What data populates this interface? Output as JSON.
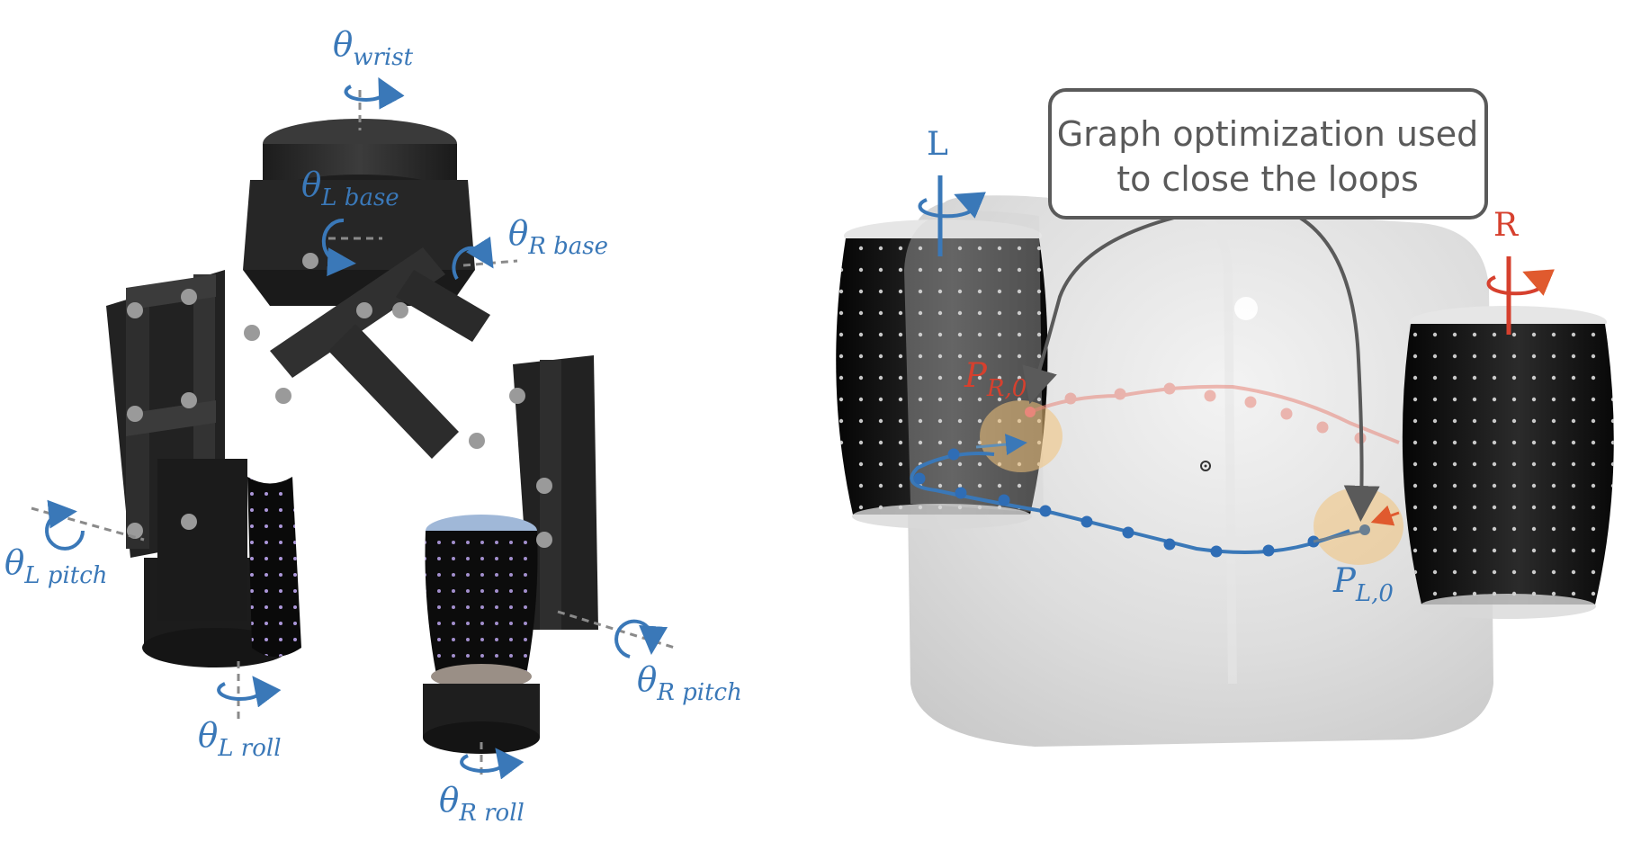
{
  "left_panel": {
    "labels": {
      "wrist": {
        "sym": "θ",
        "sub": "wrist"
      },
      "l_base": {
        "sym": "θ",
        "sub": "L base"
      },
      "r_base": {
        "sym": "θ",
        "sub": "R base"
      },
      "l_pitch": {
        "sym": "θ",
        "sub": "L pitch"
      },
      "r_pitch": {
        "sym": "θ",
        "sub": "R pitch"
      },
      "l_roll": {
        "sym": "θ",
        "sub": "L roll"
      },
      "r_roll": {
        "sym": "θ",
        "sub": "R roll"
      }
    }
  },
  "right_panel": {
    "callout": {
      "line1": "Graph optimization used",
      "line2": "to close the loops"
    },
    "finger_left_label": "L",
    "finger_right_label": "R",
    "point_r": {
      "sym": "P",
      "sub": "R,0"
    },
    "point_l": {
      "sym": "P",
      "sub": "L,0"
    }
  },
  "colors": {
    "blue": "#3a78b8",
    "red": "#d6402e",
    "object_gray": "#d9d9d9",
    "callout_border": "#5a5a5a",
    "highlight": "#f2c27a"
  }
}
